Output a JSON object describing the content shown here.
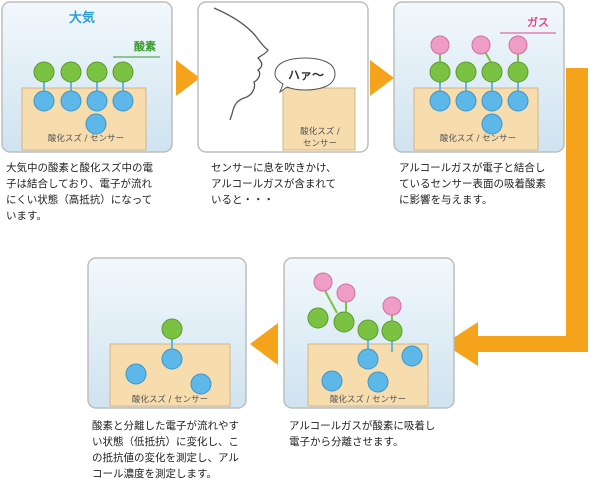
{
  "labels": {
    "air": "大気",
    "oxygen": "酸素",
    "gas": "ガス",
    "breath": "ハァ〜",
    "sensor": "酸化スズ／センサー",
    "sensor_line1": "酸化スズ /",
    "sensor_line2": "センサー"
  },
  "captions": {
    "step1": "大気中の酸素と酸化スズ中の電\n子は結合しており、電子が流れ\nにくい状態（高抵抗）になって\nいます。",
    "step2": "センサーに息を吹きかけ、\nアルコールガスが含まれて\nいると・・・",
    "step3": "アルコールガスが電子と結合し\nているセンサー表面の吸着酸素\nに影響を与えます。",
    "step4": "アルコールガスが酸素に吸着し\n電子から分離させます。",
    "step5": "酸素と分離した電子が流れやす\nい状態（低抵抗）に変化し、こ\nの抵抗値の変化を測定し、アル\nコール濃度を測定します。"
  },
  "colors": {
    "panel_bg_top": "#f1f7fb",
    "panel_bg_bottom": "#cfe4f1",
    "panel_border": "#bdbdbd",
    "sensor_fill": "#f7dcae",
    "sensor_stroke": "#d9b57d",
    "oxygen": "#7cc242",
    "electron": "#5db7e8",
    "gas": "#ef9dc6",
    "arrow": "#f5a31b",
    "label_blue": "#2c9fd6",
    "label_green": "#3a9a2e",
    "label_pink": "#e0478f"
  }
}
